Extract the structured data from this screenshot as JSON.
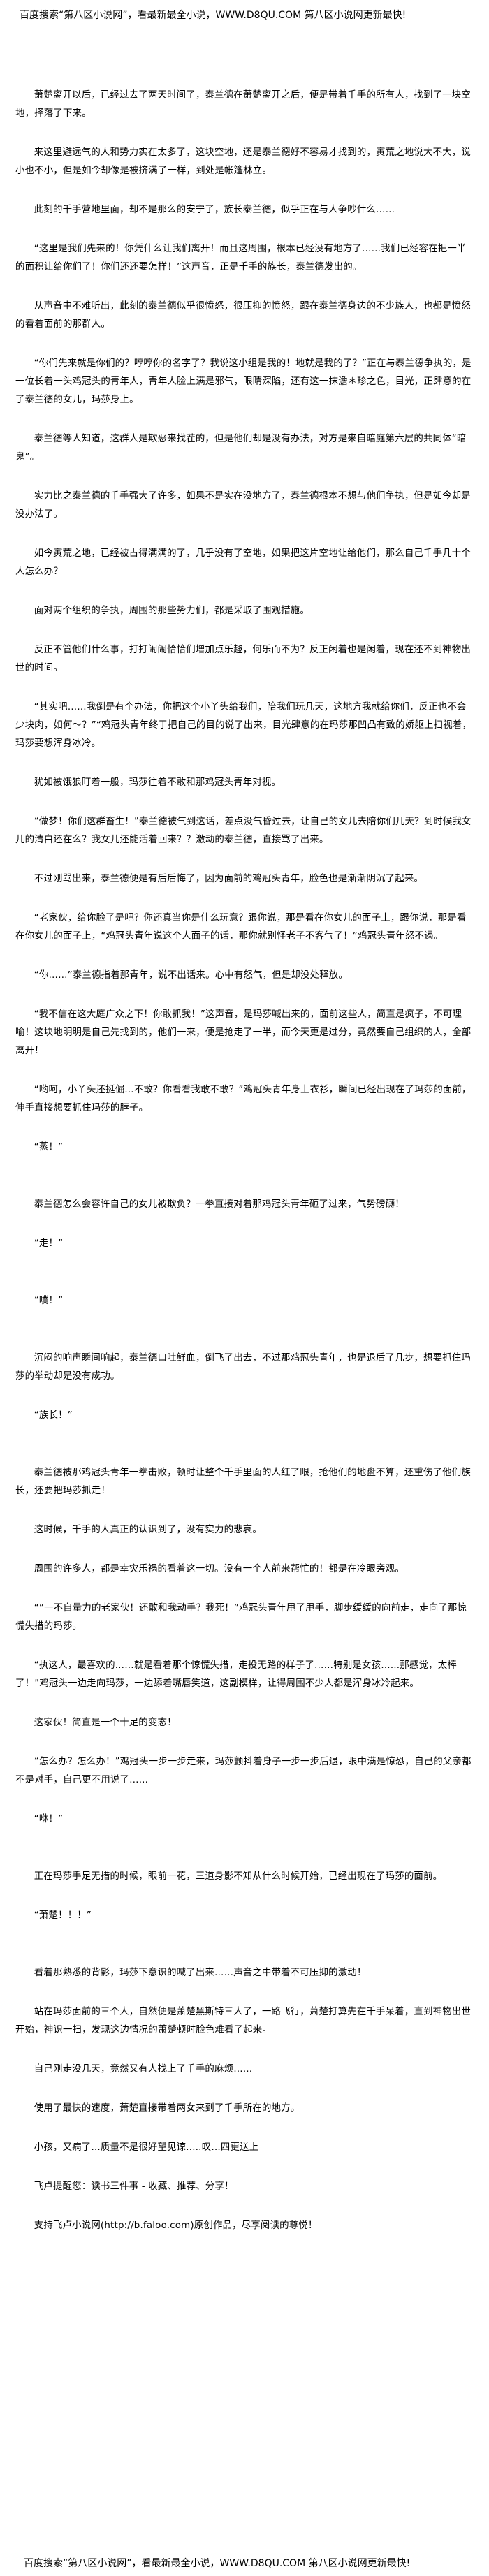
{
  "header_banner": "百度搜索“第八区小说网”，看最新最全小说，WWW.D8QU.COM 第八区小说网更新最快!",
  "paragraphs": [
    "萧楚离开以后，已经过去了两天时间了，泰兰德在萧楚离开之后，便是带着千手的所有人，找到了一块空地，择落了下来。",
    "来这里避远气的人和势力实在太多了，这块空地，还是泰兰德好不容易才找到的，寅荒之地说大不大，说小也不小，但是如今却像是被挤满了一样，到处是帐篷林立。",
    "此刻的千手营地里面，却不是那么的安宁了，族长泰兰德，似乎正在与人争吵什么……",
    "“这里是我们先来的！你凭什么让我们离开！而且这周围，根本已经没有地方了……我们已经容在把一半的面积让给你们了！你们还还要怎样！”这声音，正是千手的族长，泰兰德发出的。",
    "从声音中不难听出，此刻的泰兰德似乎很愤怒，很压抑的愤怒，跟在泰兰德身边的不少族人，也都是愤怒的看着面前的那群人。",
    "“你们先来就是你们的？哼哼你的名字了？我说这小组是我的！地就是我的了？”正在与泰兰德争执的，是一位长着一头鸡冠头的青年人，青年人脸上满是邪气，眼睛深陷，还有这一抹澹＊珍之色，目光，正肆意的在了泰兰德的女儿，玛莎身上。",
    "泰兰德等人知道，这群人是欺恶来找茬的，但是他们却是没有办法，对方是来自暗庭第六层的共同体“暗鬼”。",
    "实力比之泰兰德的千手强大了许多，如果不是实在没地方了，泰兰德根本不想与他们争执，但是如今却是没办法了。",
    "如今寅荒之地，已经被占得满满的了，几乎没有了空地，如果把这片空地让给他们，那么自己千手几十个人怎么办？",
    "面对两个组织的争执，周围的那些势力们，都是采取了围观措施。",
    "反正不管他们什么事，打打闹闹恰恰们增加点乐趣，何乐而不为？反正闲着也是闲着，现在还不到神物出世的时间。",
    "“其实吧……我倒是有个办法，你把这个小丫头给我们，陪我们玩几天，这地方我就给你们，反正也不会少块肉，如何～？”“鸡冠头青年终于把自己的目的说了出来，目光肆意的在玛莎那凹凸有致的娇躯上扫视着，玛莎要想浑身冰冷。",
    "犹如被饿狼盯着一般，玛莎往着不敢和那鸡冠头青年对视。",
    "“做梦！你们这群畜生！”泰兰德被气到这话，差点没气昏过去，让自己的女儿去陪你们几天？到时候我女儿的清白还在么？我女儿还能活着回来？？激动的泰兰德，直接骂了出来。",
    "不过刚骂出来，泰兰德便是有后后悔了，因为面前的鸡冠头青年，脸色也是渐渐阴沉了起来。",
    "“老家伙，给你脸了是吧？你还真当你是什么玩意？跟你说，那是看在你女儿的面子上，跟你说，那是看在你女儿的面子上，“鸡冠头青年说这个人面子的话，那你就别怪老子不客气了！”鸡冠头青年怒不遏。",
    "“你……”泰兰德指着那青年，说不出话来。心中有怒气，但是却没处释放。",
    "“我不信在这大庭广众之下！你敢抓我！”这声音，是玛莎喊出来的，面前这些人，简直是疯子，不可理喻！这块地明明是自己先找到的，他们一来，便是抢走了一半，而今天更是过分，竟然要自己组织的人，全部离开！",
    "“哟呵，小丫头还挺倔…不敢？你看看我敢不敢？”鸡冠头青年身上衣衫，瞬间已经出现在了玛莎的面前，伸手直接想要抓住玛莎的脖子。",
    "“蒸！”",
    "泰兰德怎么会容许自己的女儿被欺负？一拳直接对着那鸡冠头青年砸了过来，气势磅礴！",
    "“走！”",
    "“噗！”",
    "沉闷的响声瞬间响起，泰兰德口吐鲜血，倒飞了出去，不过那鸡冠头青年，也是退后了几步，想要抓住玛莎的举动却是没有成功。",
    "“族长！”",
    "泰兰德被那鸡冠头青年一拳击败，顿时让整个千手里面的人红了眼，抢他们的地盘不算，还重伤了他们族长，还要把玛莎抓走！",
    "这时候，千手的人真正的认识到了，没有实力的悲哀。",
    "周围的许多人，都是幸灾乐祸的看着这一切。没有一个人前来帮忙的！都是在冷眼旁观。",
    "“”一不自量力的老家伙！还敢和我动手？我死！”鸡冠头青年甩了甩手，脚步缓缓的向前走，走向了那惊慌失措的玛莎。",
    "“执这人，最喜欢的……就是看着那个惊慌失措，走投无路的样子了……特别是女孩……那感觉，太棒了！”鸡冠头一边走向玛莎，一边舔着嘴唇笑道，这副模样，让得周围不少人都是浑身冰冷起来。",
    "这家伙！简直是一个十足的变态！",
    "“怎么办？怎么办！”鸡冠头一步一步走来，玛莎颤抖着身子一步一步后退，眼中满是惊恐，自己的父亲都不是对手，自己更不用说了……",
    "“咻！”",
    "正在玛莎手足无措的时候，眼前一花，三道身影不知从什么时候开始，已经出现在了玛莎的面前。",
    "“萧楚！！！”",
    "看着那熟悉的背影，玛莎下意识的喊了出来……声音之中带着不可压抑的激动！",
    "站在玛莎面前的三个人，自然便是萧楚黑斯特三人了，一路飞行，萧楚打算先在千手呆着，直到神物出世开始，神识一扫，发现这边情况的萧楚顿时脸色难看了起来。",
    "自己刚走没几天，竟然又有人找上了千手的麻烦……",
    "使用了最快的速度，萧楚直接带着两女来到了千手所在的地方。",
    "小孩，又病了…质量不是很好望见谅..…叹…四更送上",
    "飞卢提醒您：读书三件事 - 收藏、推荐、分享！",
    "支持飞卢小说网(http://b.faloo.com)原创作品，尽享阅读的尊悦！"
  ],
  "footer_banner": "百度搜索“第八区小说网”，看最新最全小说，WWW.D8QU.COM 第八区小说网更新最快!"
}
